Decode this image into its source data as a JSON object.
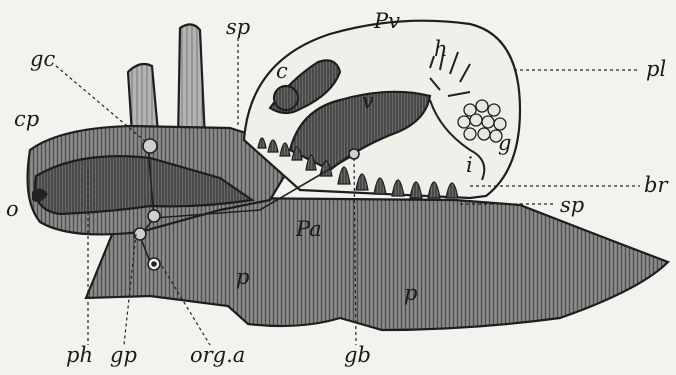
{
  "figure": {
    "labels": {
      "Pv": "Pv",
      "pl": "pl",
      "sp_top": "sp",
      "gc": "gc",
      "cp": "cp",
      "h": "h",
      "c": "c",
      "v": "v",
      "g": "g",
      "i": "i",
      "br": "br",
      "sp_right": "sp",
      "o": "o",
      "Pa": "Pa",
      "p_left": "p",
      "p_right": "p",
      "ph": "ph",
      "gp": "gp",
      "orga": "org.a",
      "gb": "gb"
    }
  }
}
